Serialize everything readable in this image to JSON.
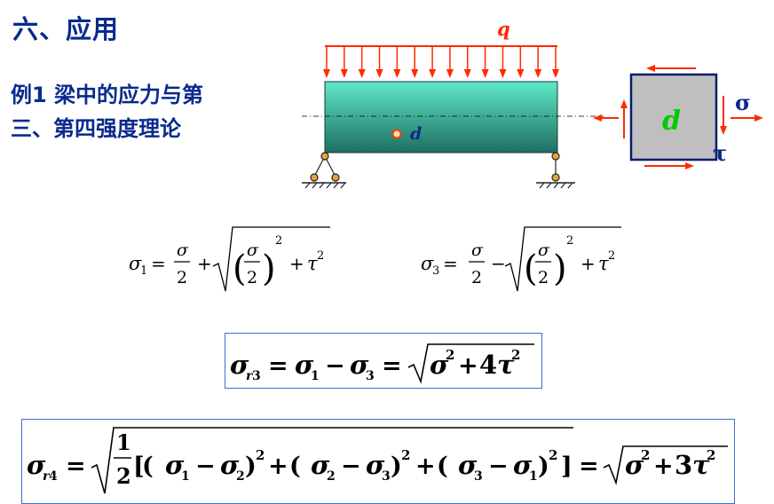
{
  "heading": {
    "title": "六、应用",
    "example_line1": "例1 梁中的应力与第",
    "example_line2": "三、第四强度理论"
  },
  "beam_figure": {
    "load_label": "q",
    "point_label": "d"
  },
  "element_figure": {
    "center_label": "d",
    "sigma_label": "σ",
    "tau_label": "τ"
  },
  "formulas": {
    "sigma1": "σ₁ = σ/2 + √((σ/2)² + τ²)",
    "sigma3": "σ₃ = σ/2 − √((σ/2)² + τ²)",
    "sigma_r3": "σr3 = σ1 − σ3 = √(σ² + 4τ²)",
    "sigma_r4": "σr4 = √(1/2[(σ1 − σ2)² + (σ2 − σ3)² + (σ3 − σ1)²]) = √(σ² + 3τ²)"
  },
  "colors": {
    "title_blue": "#0a2a8c",
    "load_red": "#ff2a00",
    "beam_top": "#5ee8c8",
    "beam_bottom": "#1e6f62",
    "element_gray": "#bfbfbf",
    "d_green": "#00cc00",
    "box_border": "#3b6fd0"
  }
}
